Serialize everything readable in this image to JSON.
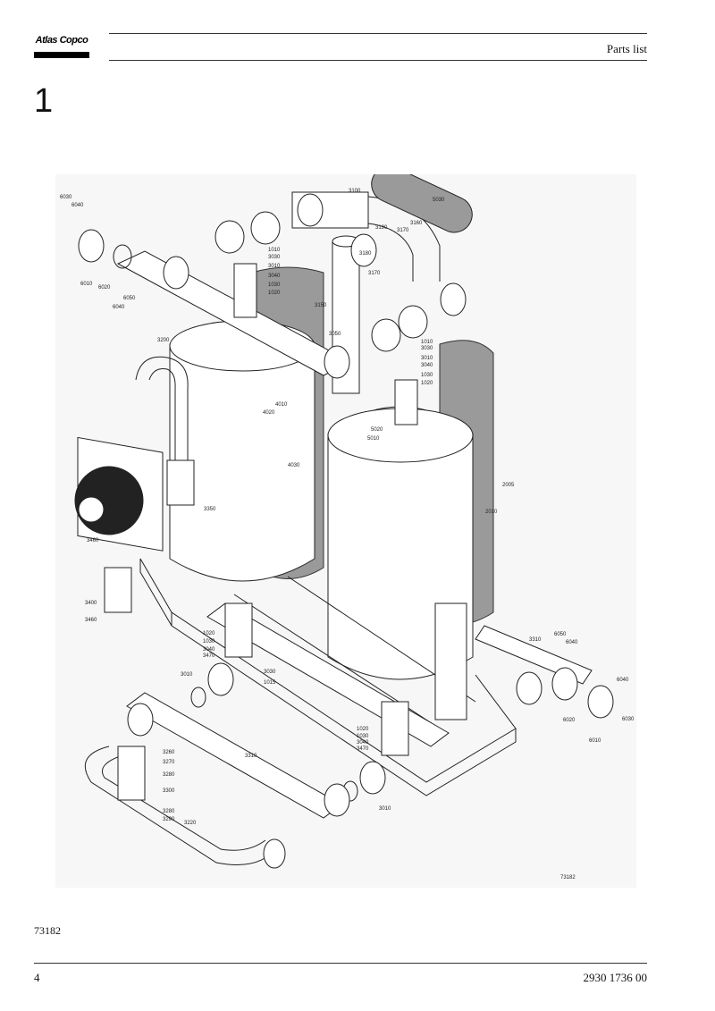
{
  "header": {
    "brand": "Atlas Copco",
    "title": "Parts list"
  },
  "section": {
    "number": "1"
  },
  "figure": {
    "drawing_number": "73182",
    "part_numbers": {
      "p6030a": "6030",
      "p6040a": "6040",
      "p6010a": "6010",
      "p6020a": "6020",
      "p6050a": "6050",
      "p6040b": "6040",
      "p3100": "3100",
      "p5030": "5030",
      "p3190": "3190",
      "p3160": "3160",
      "p3170a": "3170",
      "p1010a": "1010",
      "p3030a": "3030",
      "p3010a": "3010",
      "p3040a": "3040",
      "p1030a": "1030",
      "p1020a": "1020",
      "p3180": "3180",
      "p3170b": "3170",
      "p3150": "3150",
      "p3050": "3050",
      "p1010b": "1010",
      "p3030b": "3030",
      "p3010b": "3010",
      "p3040b": "3040",
      "p1030b": "1030",
      "p1020b": "1020",
      "p3200": "3200",
      "p4010": "4010",
      "p4020": "4020",
      "p4030": "4030",
      "p5020": "5020",
      "p5010": "5010",
      "p2005": "2005",
      "p2010": "2010",
      "p3350": "3350",
      "p3460a": "3460",
      "p3400": "3400",
      "p3460b": "3460",
      "p1020c": "1020",
      "p1030c": "1030",
      "p3040c": "3040",
      "p3470a": "3470",
      "p3030c": "3030",
      "p1015": "1015",
      "p3010c": "3010",
      "p3310a": "3310",
      "p6050b": "6050",
      "p6040c": "6040",
      "p6040d": "6040",
      "p6030b": "6030",
      "p6020b": "6020",
      "p6010b": "6010",
      "p1020d": "1020",
      "p1030d": "1030",
      "p3040d": "3040",
      "p3470b": "3470",
      "p3010d": "3010",
      "p3260": "3260",
      "p3270": "3270",
      "p3280a": "3280",
      "p3300": "3300",
      "p3280b": "3280",
      "p3290": "3290",
      "p3220": "3220",
      "p3310b": "3310",
      "p73182": "73182"
    }
  },
  "caption": "73182",
  "footer": {
    "page": "4",
    "doc_number": "2930 1736 00"
  }
}
